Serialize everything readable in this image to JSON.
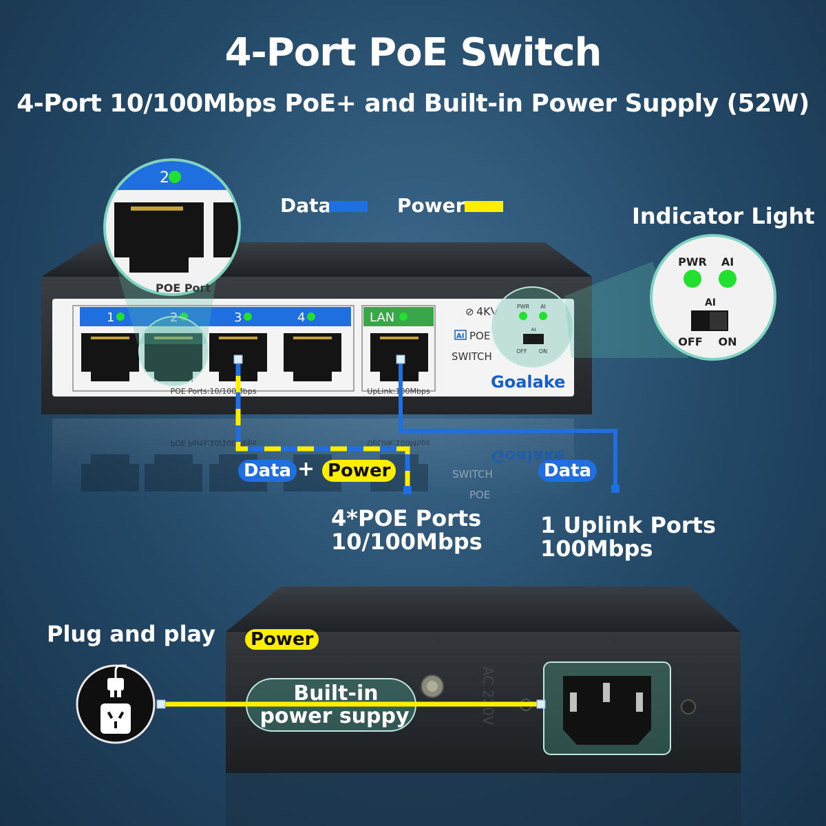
{
  "header": {
    "title": "4-Port PoE Switch",
    "subtitle": "4-Port 10/100Mbps PoE+ and Built-in Power Supply (52W)"
  },
  "legend": {
    "data_label": "Data",
    "power_label": "Power",
    "data_color": "#1f6fe0",
    "power_color": "#ffee00"
  },
  "indicator": {
    "title": "Indicator Light",
    "pwr_label": "PWR",
    "ai_label": "AI",
    "switch_label": "AI",
    "off_label": "OFF",
    "on_label": "ON"
  },
  "zoom": {
    "port_number": "2",
    "port_caption": "POE Port"
  },
  "front_panel": {
    "ports": [
      {
        "label": "1"
      },
      {
        "label": "2"
      },
      {
        "label": "3"
      },
      {
        "label": "4"
      }
    ],
    "lan_label": "LAN",
    "poe_caption": "POE Ports:10/100Mbps",
    "uplink_caption": "UpLink:100Mbps",
    "kv_label": "4KV",
    "ai_poe_label": "POE",
    "ai_badge": "AI",
    "switch_label": "SWITCH",
    "brand": "Goalake",
    "led_pwr": "PWR",
    "led_ai": "AI",
    "mini_switch_label": "AI",
    "mini_off": "OFF",
    "mini_on": "ON"
  },
  "reflection": {
    "poe_caption": "POE Ports:10/100Mbps",
    "uplink_caption": "UpLink:100Mbps",
    "brand": "Goalake",
    "switch_label": "SWITCH",
    "poe_label": "POE"
  },
  "connections": {
    "pill_data_1": "Data",
    "plus": "+",
    "pill_power_1": "Power",
    "pill_data_2": "Data",
    "poe_ports_line1": "4*POE  Ports",
    "poe_ports_line2": "10/100Mbps",
    "uplink_line1": "1 Uplink  Ports",
    "uplink_line2": "100Mbps"
  },
  "rear": {
    "plug_and_play": "Plug and play",
    "power_pill": "Power",
    "builtin_line1": "Built-in",
    "builtin_line2": "power suppy",
    "ac_label": "AC 220V"
  },
  "colors": {
    "led_green": "#22e030",
    "port_strip_blue": "#1f6fe0",
    "lan_strip_green": "#3aa64a",
    "brand_blue": "#1560c8"
  }
}
